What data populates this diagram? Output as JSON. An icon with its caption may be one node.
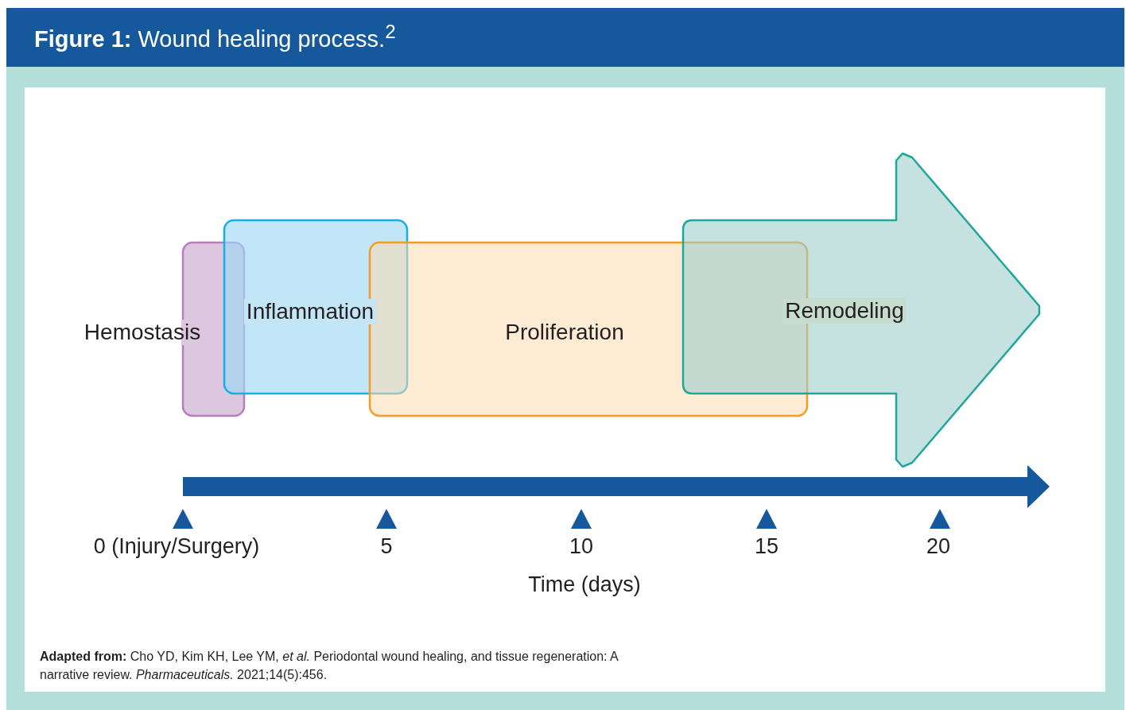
{
  "diagram": {
    "title": "**Figure 1:** Wound healing process.$^{2}$",
    "nodes": [
      {
        "text": [
          "Hemostasis"
        ]
      },
      {
        "text": [
          "Inflammation"
        ]
      },
      {
        "text": [
          "Proliferation"
        ]
      },
      {
        "text": [
          "Remodeling"
        ]
      }
    ],
    "labels": [
      "0 (Injury/Surgery)",
      "5",
      "10",
      "15",
      "20",
      "Time (days)"
    ],
    "caption": "**Adapted from:** Cho YD, Kim KH, Lee YM, *et al.* Periodontal wound healing, and tissue regeneration: A narrative review. *Pharmaceuticals.* 2021;14(5):456."
  }
}
